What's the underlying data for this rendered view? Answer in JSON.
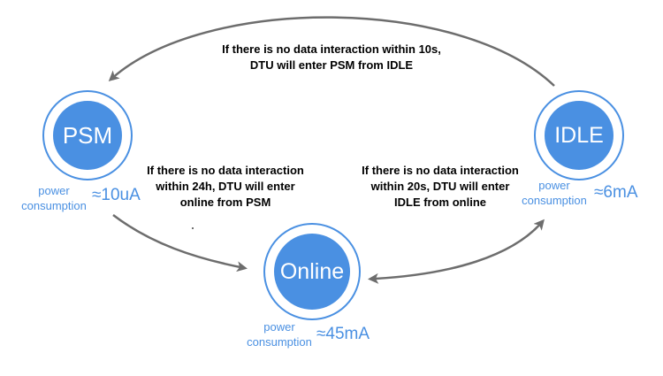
{
  "colors": {
    "accent": "#4a90e2",
    "arrow": "#6d6d6d",
    "text": "#000000",
    "background": "#ffffff"
  },
  "states": {
    "psm": {
      "name": "PSM",
      "power_label_line1": "power",
      "power_label_line2": "consumption",
      "power_value": "≈10uA"
    },
    "idle": {
      "name": "IDLE",
      "power_label_line1": "power",
      "power_label_line2": "consumption",
      "power_value": "≈6mA"
    },
    "online": {
      "name": "Online",
      "power_label_line1": "power",
      "power_label_line2": "consumption",
      "power_value": "≈45mA"
    }
  },
  "transitions": {
    "idle_to_psm": {
      "line1": "If there is no data interaction within 10s,",
      "line2": "DTU will enter PSM from IDLE"
    },
    "online_to_psm": {
      "line1": "If there is no data interaction",
      "line2": "within 24h, DTU will enter",
      "line3": "online from PSM"
    },
    "online_to_idle": {
      "line1": "If there is no data interaction",
      "line2": "within 20s, DTU will enter",
      "line3": "IDLE from online"
    }
  }
}
